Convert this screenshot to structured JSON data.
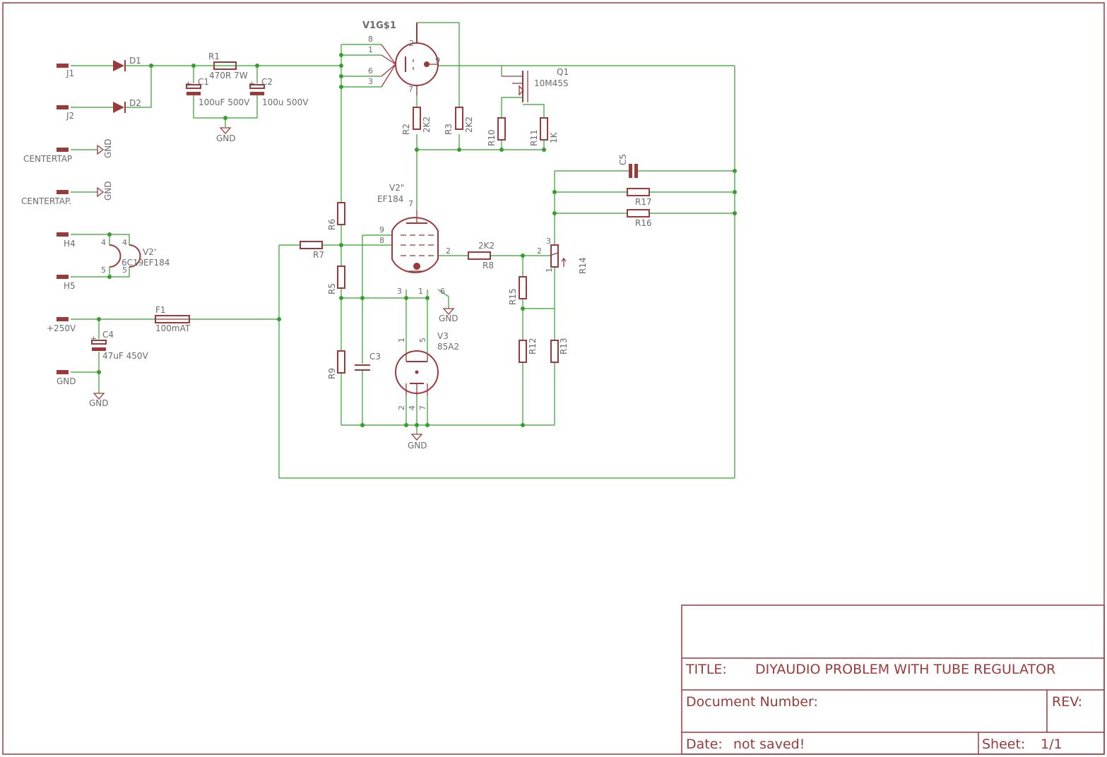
{
  "title_block": {
    "title_label": "TITLE:",
    "title_value": "DIYAUDIO PROBLEM WITH TUBE REGULATOR",
    "doc_number_label": "Document Number:",
    "rev_label": "REV:",
    "date_label": "Date:",
    "date_value": "not saved!",
    "sheet_label": "Sheet:",
    "sheet_value": "1/1"
  },
  "connectors": {
    "j1": "J1",
    "j2": "J2",
    "centertap": "CENTERTAP",
    "centertap2": "CENTERTAP.",
    "h4": "H4",
    "h5": "H5",
    "plus250": "+250V",
    "gnd": "GND"
  },
  "components": {
    "d1": "D1",
    "d2": "D2",
    "r1": "R1",
    "r1_value": "470R 7W",
    "c1": "C1",
    "c1_value": "100uF 500V",
    "c2": "C2",
    "c2_value": "100u 500V",
    "v1": "V1G$1",
    "r2": "R2",
    "r2_value": "2K2",
    "r3": "R3",
    "r3_value": "2K2",
    "q1": "Q1",
    "q1_value": "10M45S",
    "r10": "R10",
    "r11": "R11",
    "r11_value": "1K",
    "c5": "C5",
    "r17": "R17",
    "r16": "R16",
    "v2": "V2\"",
    "v2_value": "EF184",
    "v2h": "V2'",
    "v2h_value": "6C19",
    "v2h_value2": "EF184",
    "r6": "R6",
    "r7": "R7",
    "r5": "R5",
    "r9": "R9",
    "c3": "C3",
    "r8": "R8",
    "r8_value": "2K2",
    "r14": "R14",
    "r15": "R15",
    "r12": "R12",
    "r13": "R13",
    "v3": "V3",
    "v3_value": "85A2",
    "f1": "F1",
    "f1_value": "100mAT",
    "c4": "C4",
    "c4_value": "47uF 450V"
  },
  "ground_labels": {
    "gnd": "GND"
  },
  "pin_numbers": {
    "v1_8": "8",
    "v1_1": "1",
    "v1_6": "6",
    "v1_3": "3",
    "v1_2": "2",
    "v1_9": "9",
    "v1_7": "7",
    "v2_7": "7",
    "v2_9": "9",
    "v2_8": "8",
    "v2_2": "2",
    "v2_3": "3",
    "v2_1": "1",
    "v2_6": "6",
    "v2h_4a": "4",
    "v2h_4b": "4",
    "v2h_5a": "5",
    "v2h_5b": "5",
    "v3_1": "1",
    "v3_5": "5",
    "v3_2": "2",
    "v3_4": "4",
    "v3_7": "7",
    "r14_1": "1",
    "r14_2": "2",
    "r14_3": "3"
  },
  "colors": {
    "wire": "#33a02c",
    "part": "#9b3a3a",
    "text": "#6b6b6b"
  }
}
